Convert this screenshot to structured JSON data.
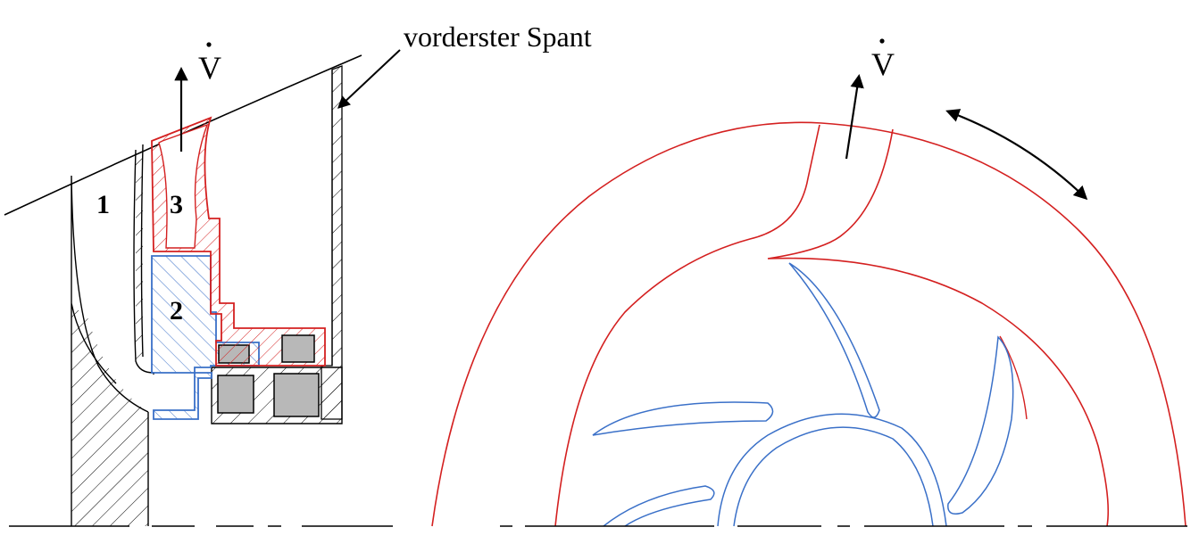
{
  "labels": {
    "frame_label": "vorderster Spant",
    "flow_symbol_left": "V",
    "flow_symbol_right": "V",
    "part_1": "1",
    "part_2": "2",
    "part_3": "3"
  },
  "colors": {
    "outline": "#000000",
    "rotor": "#d42020",
    "stator": "#3a70c8",
    "bearing_fill": "#b8b8b8",
    "background": "#ffffff"
  }
}
